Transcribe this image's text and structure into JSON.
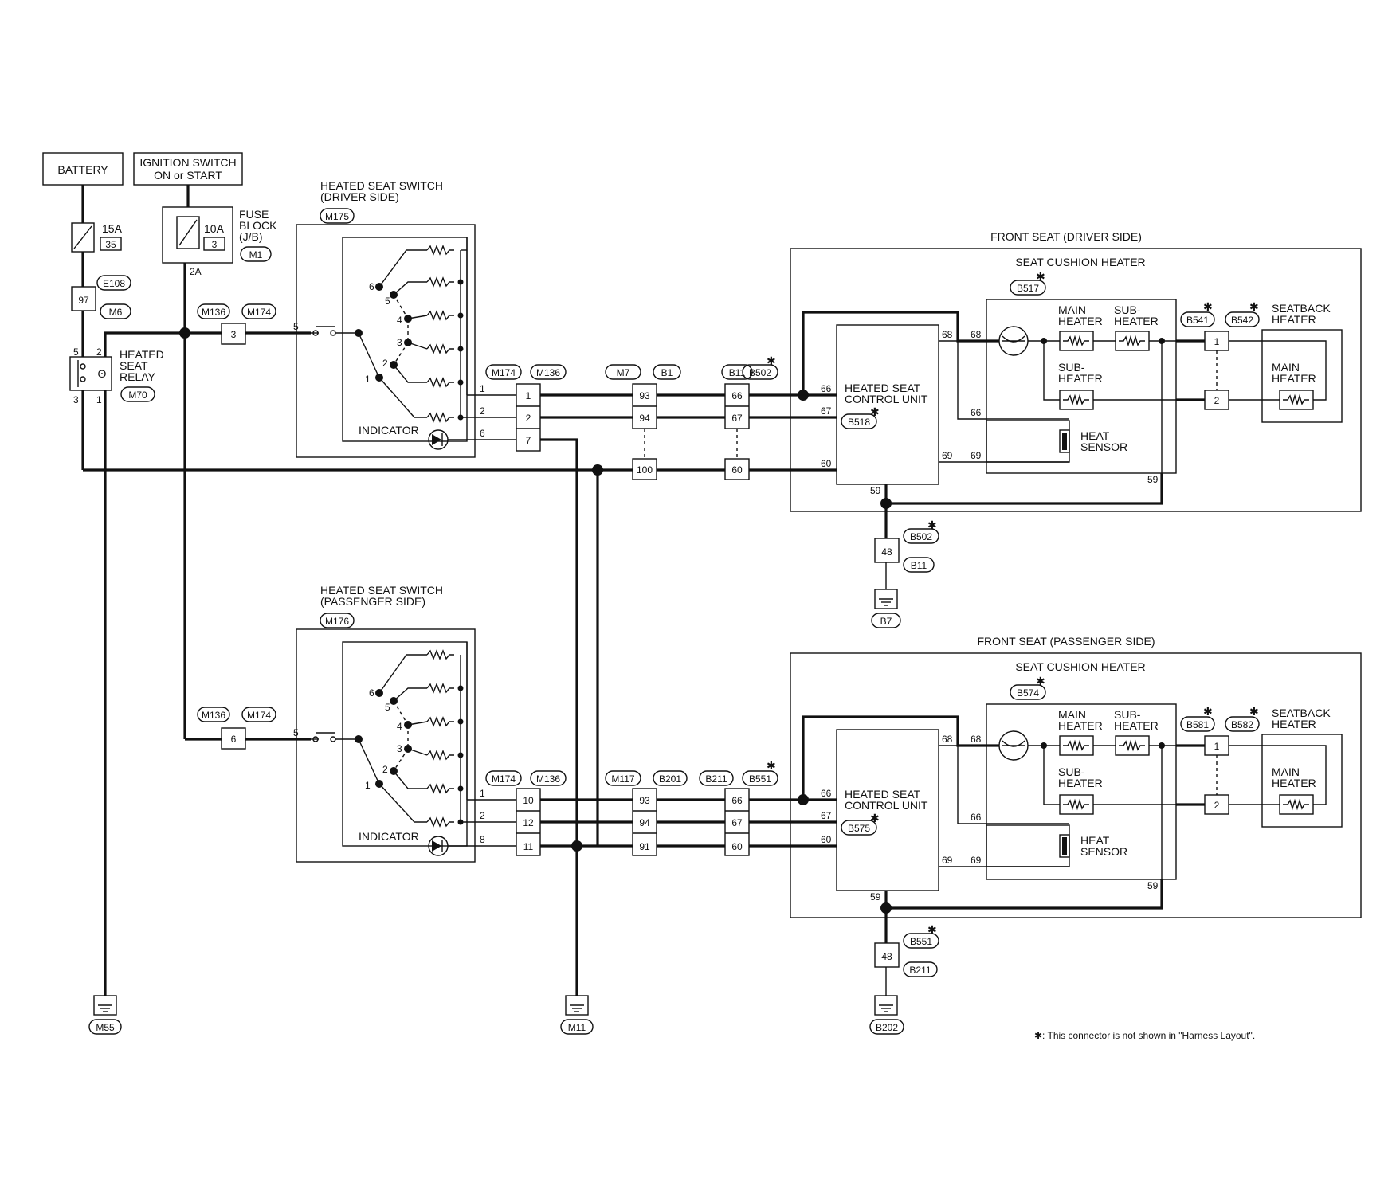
{
  "power": {
    "battery": "BATTERY",
    "ignition_line1": "IGNITION SWITCH",
    "ignition_line2": "ON or START",
    "fuse15_amp": "15A",
    "fuse15_no": "35",
    "fuse10_amp": "10A",
    "fuse10_no": "3",
    "fuse_block_l1": "FUSE",
    "fuse_block_l2": "BLOCK",
    "fuse_block_l3": "(J/B)",
    "fuse_block_conn": "M1",
    "fuse_block_term": "2A",
    "e108": "E108",
    "m6": "M6",
    "pin97": "97"
  },
  "relay": {
    "l1": "HEATED",
    "l2": "SEAT",
    "l3": "RELAY",
    "conn": "M70",
    "p5": "5",
    "p2": "2",
    "p3": "3",
    "p1": "1"
  },
  "junction_conns": {
    "m136": "M136",
    "m174": "M174",
    "pin3": "3",
    "pin6": "6"
  },
  "switch_driver": {
    "title1": "HEATED SEAT SWITCH",
    "title2": "(DRIVER SIDE)",
    "conn": "M175",
    "indicator": "INDICATOR",
    "pos": [
      "6",
      "5",
      "4",
      "3",
      "2",
      "1"
    ],
    "in_pin": "5",
    "out_pins": [
      "1",
      "2",
      "6"
    ]
  },
  "switch_passenger": {
    "title1": "HEATED SEAT SWITCH",
    "title2": "(PASSENGER SIDE)",
    "conn": "M176",
    "indicator": "INDICATOR",
    "pos": [
      "6",
      "5",
      "4",
      "3",
      "2",
      "1"
    ],
    "in_pin": "5",
    "out_pins": [
      "1",
      "2",
      "8"
    ]
  },
  "harness_driver": {
    "c1": "M174",
    "c2": "M136",
    "c1_pins": [
      "1",
      "2",
      "7"
    ],
    "m7": "M7",
    "b1": "B1",
    "c2_pins": [
      "93",
      "94",
      "100"
    ],
    "b11": "B11",
    "b502": "B502",
    "c3_pins": [
      "66",
      "67",
      "60"
    ]
  },
  "harness_passenger": {
    "c1": "M174",
    "c2": "M136",
    "c1_pins": [
      "10",
      "12",
      "11"
    ],
    "m117": "M117",
    "b201": "B201",
    "c2_pins": [
      "93",
      "94",
      "91"
    ],
    "b211": "B211",
    "b551": "B551",
    "c3_pins": [
      "66",
      "67",
      "60"
    ]
  },
  "seat_driver": {
    "title": "FRONT SEAT (DRIVER SIDE)",
    "cushion": "SEAT CUSHION HEATER",
    "cushion_conn": "B517",
    "ctrl1": "HEATED SEAT",
    "ctrl2": "CONTROL UNIT",
    "ctrl_conn": "B518",
    "main1": "MAIN",
    "main2": "HEATER",
    "sub1": "SUB-",
    "sub2": "HEATER",
    "subl1": "SUB-",
    "subl2": "HEATER",
    "sensor1": "HEAT",
    "sensor2": "SENSOR",
    "conn_a": "B541",
    "conn_b": "B542",
    "seatback1": "SEATBACK",
    "seatback2": "HEATER",
    "sbmain1": "MAIN",
    "sbmain2": "HEATER",
    "p66": "66",
    "p67": "67",
    "p60": "60",
    "p68": "68",
    "p69": "69",
    "p59": "59",
    "sb_pin1": "1",
    "sb_pin2": "2",
    "ground_pin": "48",
    "ground_conn1": "B502",
    "ground_conn2": "B11",
    "ground": "B7"
  },
  "seat_passenger": {
    "title": "FRONT SEAT (PASSENGER SIDE)",
    "cushion": "SEAT CUSHION HEATER",
    "cushion_conn": "B574",
    "ctrl1": "HEATED SEAT",
    "ctrl2": "CONTROL UNIT",
    "ctrl_conn": "B575",
    "main1": "MAIN",
    "main2": "HEATER",
    "sub1": "SUB-",
    "sub2": "HEATER",
    "subl1": "SUB-",
    "subl2": "HEATER",
    "sensor1": "HEAT",
    "sensor2": "SENSOR",
    "conn_a": "B581",
    "conn_b": "B582",
    "seatback1": "SEATBACK",
    "seatback2": "HEATER",
    "sbmain1": "MAIN",
    "sbmain2": "HEATER",
    "p66": "66",
    "p67": "67",
    "p60": "60",
    "p68": "68",
    "p69": "69",
    "p59": "59",
    "sb_pin1": "1",
    "sb_pin2": "2",
    "ground_pin": "48",
    "ground_conn1": "B551",
    "ground_conn2": "B211",
    "ground": "B202"
  },
  "grounds": {
    "m55": "M55",
    "m11": "M11"
  },
  "footnote": "✱: This connector is not shown in \"Harness Layout\"."
}
